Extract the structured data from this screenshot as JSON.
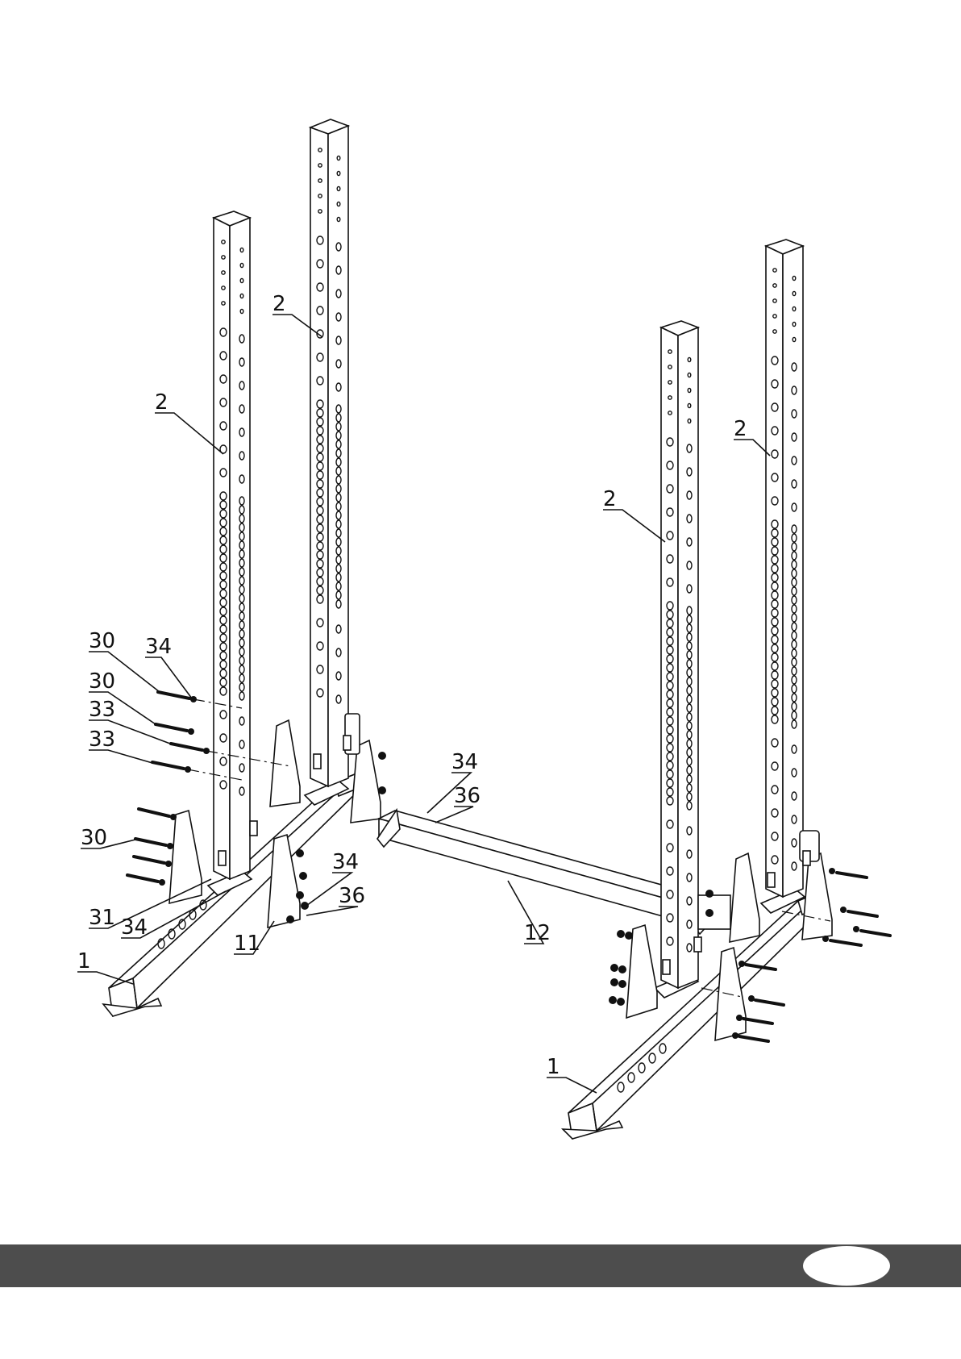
{
  "callouts": {
    "c2a": "2",
    "c2b": "2",
    "c2c": "2",
    "c2d": "2",
    "c30a": "30",
    "c30b": "30",
    "c30c": "30",
    "c34a": "34",
    "c34b": "34",
    "c34c": "34",
    "c34d": "34",
    "c33a": "33",
    "c33b": "33",
    "c36a": "36",
    "c36b": "36",
    "c31": "31",
    "c11": "11",
    "c12": "12",
    "c1a": "1",
    "c1b": "1"
  },
  "footer": {
    "color": "#4d4d4d"
  }
}
